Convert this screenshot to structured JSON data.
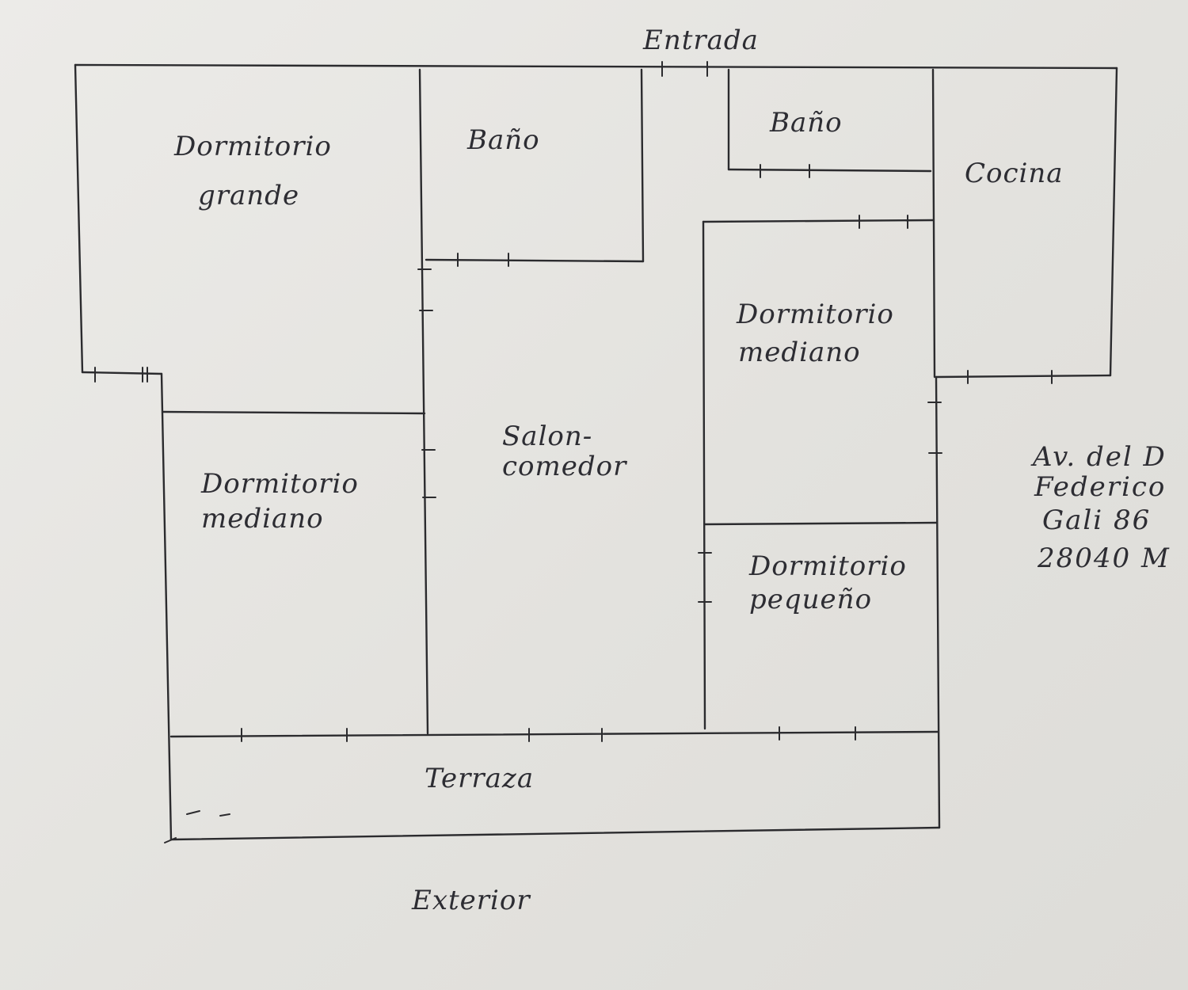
{
  "floor_plan": {
    "entrance_label": "Entrada",
    "rooms": {
      "dormitorio_grande": {
        "line1": "Dormitorio",
        "line2": "grande"
      },
      "bano_1": {
        "label": "Baño"
      },
      "bano_2": {
        "label": "Baño"
      },
      "cocina": {
        "label": "Cocina"
      },
      "dormitorio_mediano_right": {
        "line1": "Dormitorio",
        "line2": "mediano"
      },
      "dormitorio_mediano_left": {
        "line1": "Dormitorio",
        "line2": "mediano"
      },
      "salon_comedor": {
        "line1": "Salon-",
        "line2": "comedor"
      },
      "dormitorio_pequeno": {
        "line1": "Dormitorio",
        "line2": "pequeño"
      },
      "terraza": {
        "label": "Terraza"
      }
    },
    "exterior_label": "Exterior",
    "address": {
      "line1": "Av. del D",
      "line2": "Federico",
      "line3": "Gali 86",
      "line4": "28040 M"
    }
  }
}
